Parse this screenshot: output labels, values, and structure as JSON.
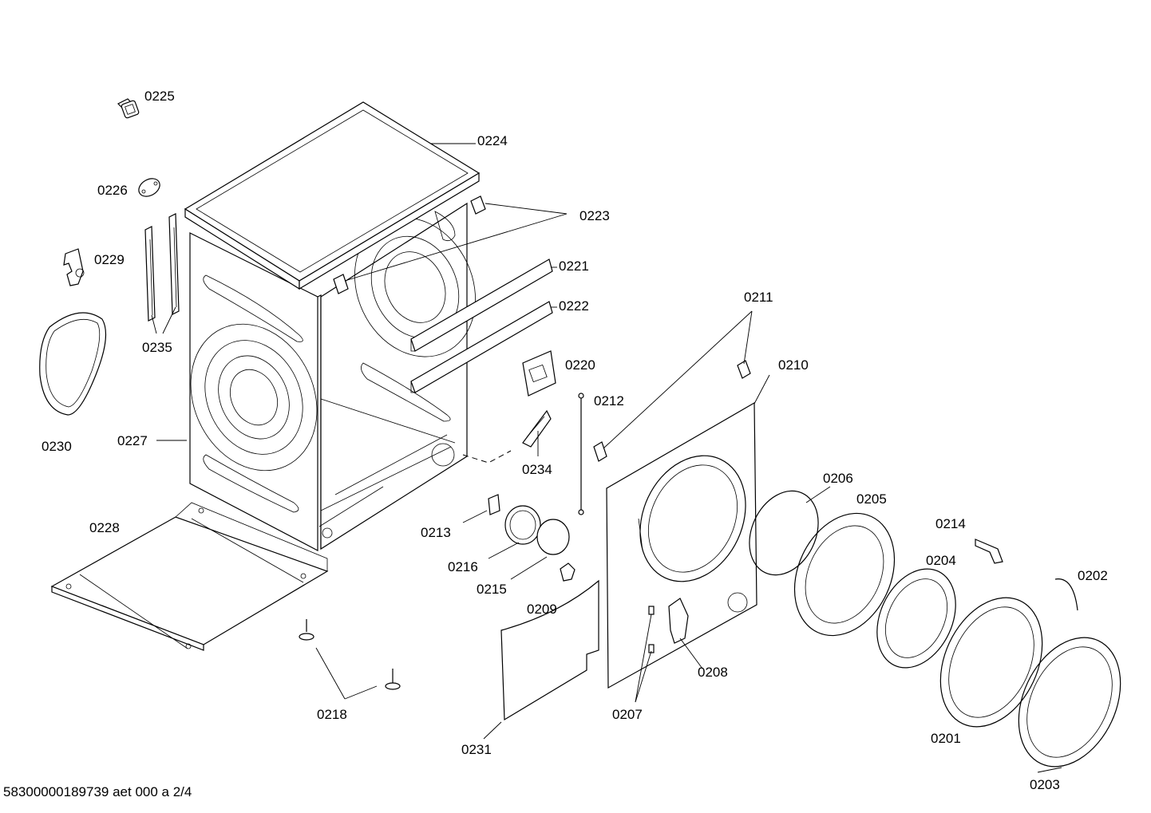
{
  "labels": {
    "p0201": "0201",
    "p0202": "0202",
    "p0203": "0203",
    "p0204": "0204",
    "p0205": "0205",
    "p0206": "0206",
    "p0207": "0207",
    "p0208": "0208",
    "p0209": "0209",
    "p0210": "0210",
    "p0211": "0211",
    "p0212": "0212",
    "p0213": "0213",
    "p0214": "0214",
    "p0215": "0215",
    "p0216": "0216",
    "p0218": "0218",
    "p0220": "0220",
    "p0221": "0221",
    "p0222": "0222",
    "p0223": "0223",
    "p0224": "0224",
    "p0225": "0225",
    "p0226": "0226",
    "p0227": "0227",
    "p0228": "0228",
    "p0229": "0229",
    "p0230": "0230",
    "p0231": "0231",
    "p0234": "0234",
    "p0235": "0235"
  },
  "footer": "58300000189739 aet 000 a 2/4"
}
